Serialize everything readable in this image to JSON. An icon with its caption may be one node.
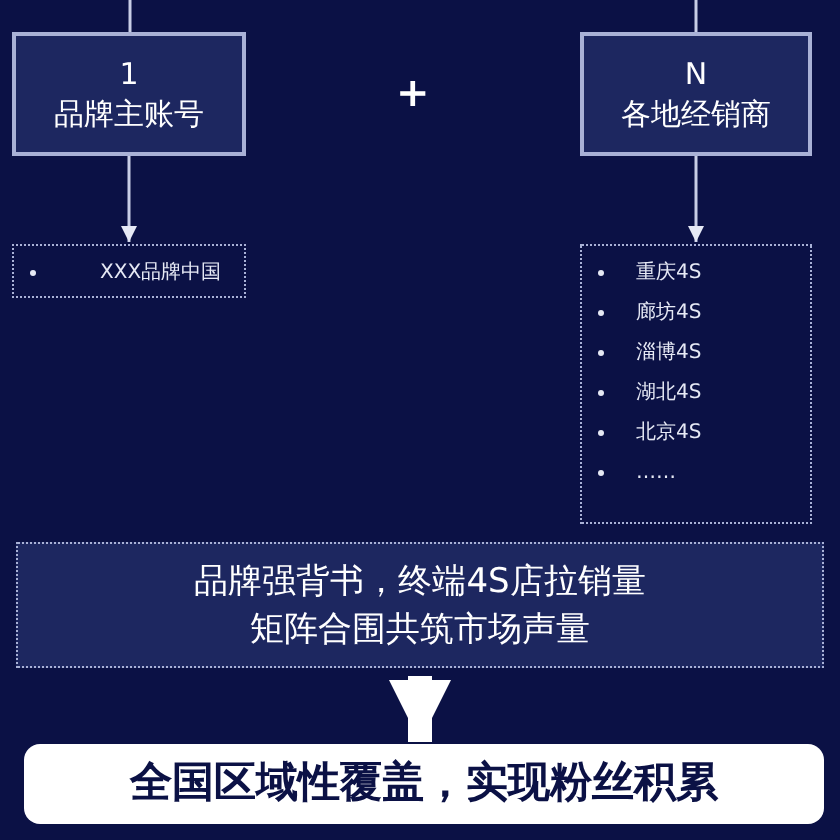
{
  "diagram": {
    "nodes": [
      {
        "text": [
          "1",
          "品牌主账号"
        ]
      },
      {
        "text": [
          "N",
          "各地经销商"
        ]
      },
      {
        "text": [
          "XXX品牌中国"
        ]
      },
      {
        "text": [
          "重庆4S",
          "廊坊4S",
          "淄博4S",
          "湖北4S",
          "北京4S",
          "……"
        ]
      },
      {
        "text": [
          "品牌强背书，终端4S店拉销量",
          "矩阵合围共筑市场声量"
        ]
      },
      {
        "text": [
          "全国区域性覆盖，实现粉丝积累"
        ]
      }
    ],
    "edges": [
      {
        "from": null,
        "to": 0,
        "arrow": "none"
      },
      {
        "from": null,
        "to": 1,
        "arrow": "none"
      },
      {
        "from": 0,
        "to": 2,
        "arrow": "to"
      },
      {
        "from": 1,
        "to": 3,
        "arrow": "to"
      },
      {
        "from": 4,
        "to": 5,
        "arrow": "to",
        "style": "thick"
      }
    ],
    "labels": [
      "+"
    ]
  }
}
